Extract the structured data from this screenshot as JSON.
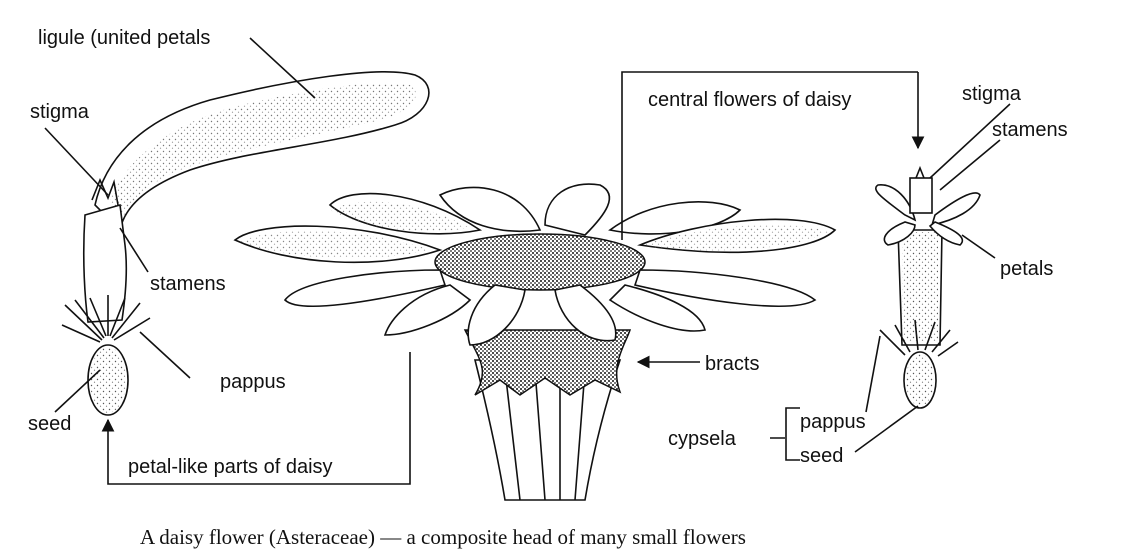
{
  "labels": {
    "ligule": "ligule (united petals",
    "stigma_left": "stigma",
    "stamens_left": "stamens",
    "pappus_left": "pappus",
    "seed_left": "seed",
    "petal_like": "petal-like parts of daisy",
    "central_flowers": "central flowers of daisy",
    "bracts": "bracts",
    "stigma_right": "stigma",
    "stamens_right": "stamens",
    "petals_right": "petals",
    "cypsela": "cypsela",
    "pappus_right": "pappus",
    "seed_right": "seed"
  },
  "caption": "A daisy flower (Asteraceae) — a composite head of many small flowers"
}
